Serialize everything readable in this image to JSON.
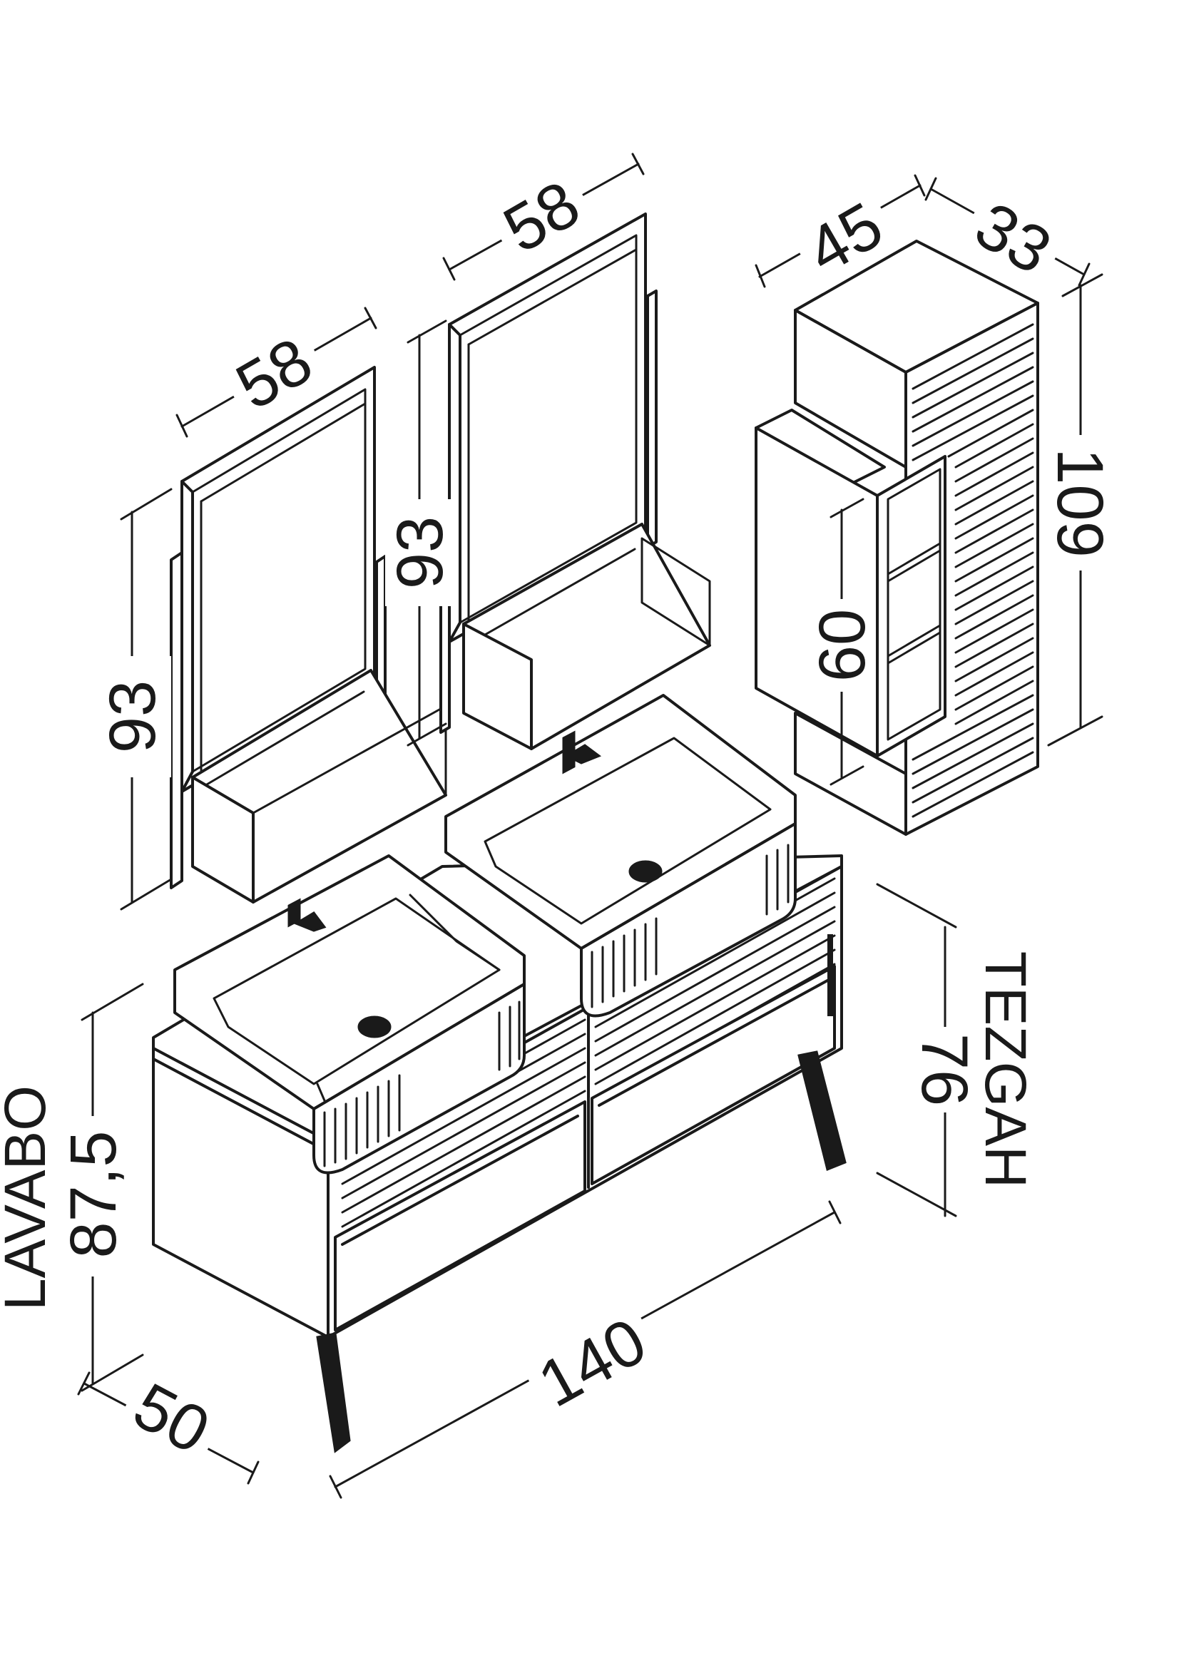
{
  "dimensions": {
    "mirror_left_width": "58",
    "mirror_left_height": "93",
    "mirror_right_width": "58",
    "mirror_right_height": "93",
    "cabinet_width": "45",
    "cabinet_depth": "33",
    "cabinet_height": "109",
    "cabinet_shelf_height": "60",
    "vanity_width": "140",
    "vanity_depth": "50",
    "vanity_height": "87,5",
    "counter_height": "76"
  },
  "labels": {
    "sink": "LAVABO",
    "counter": "TEZGAH"
  }
}
